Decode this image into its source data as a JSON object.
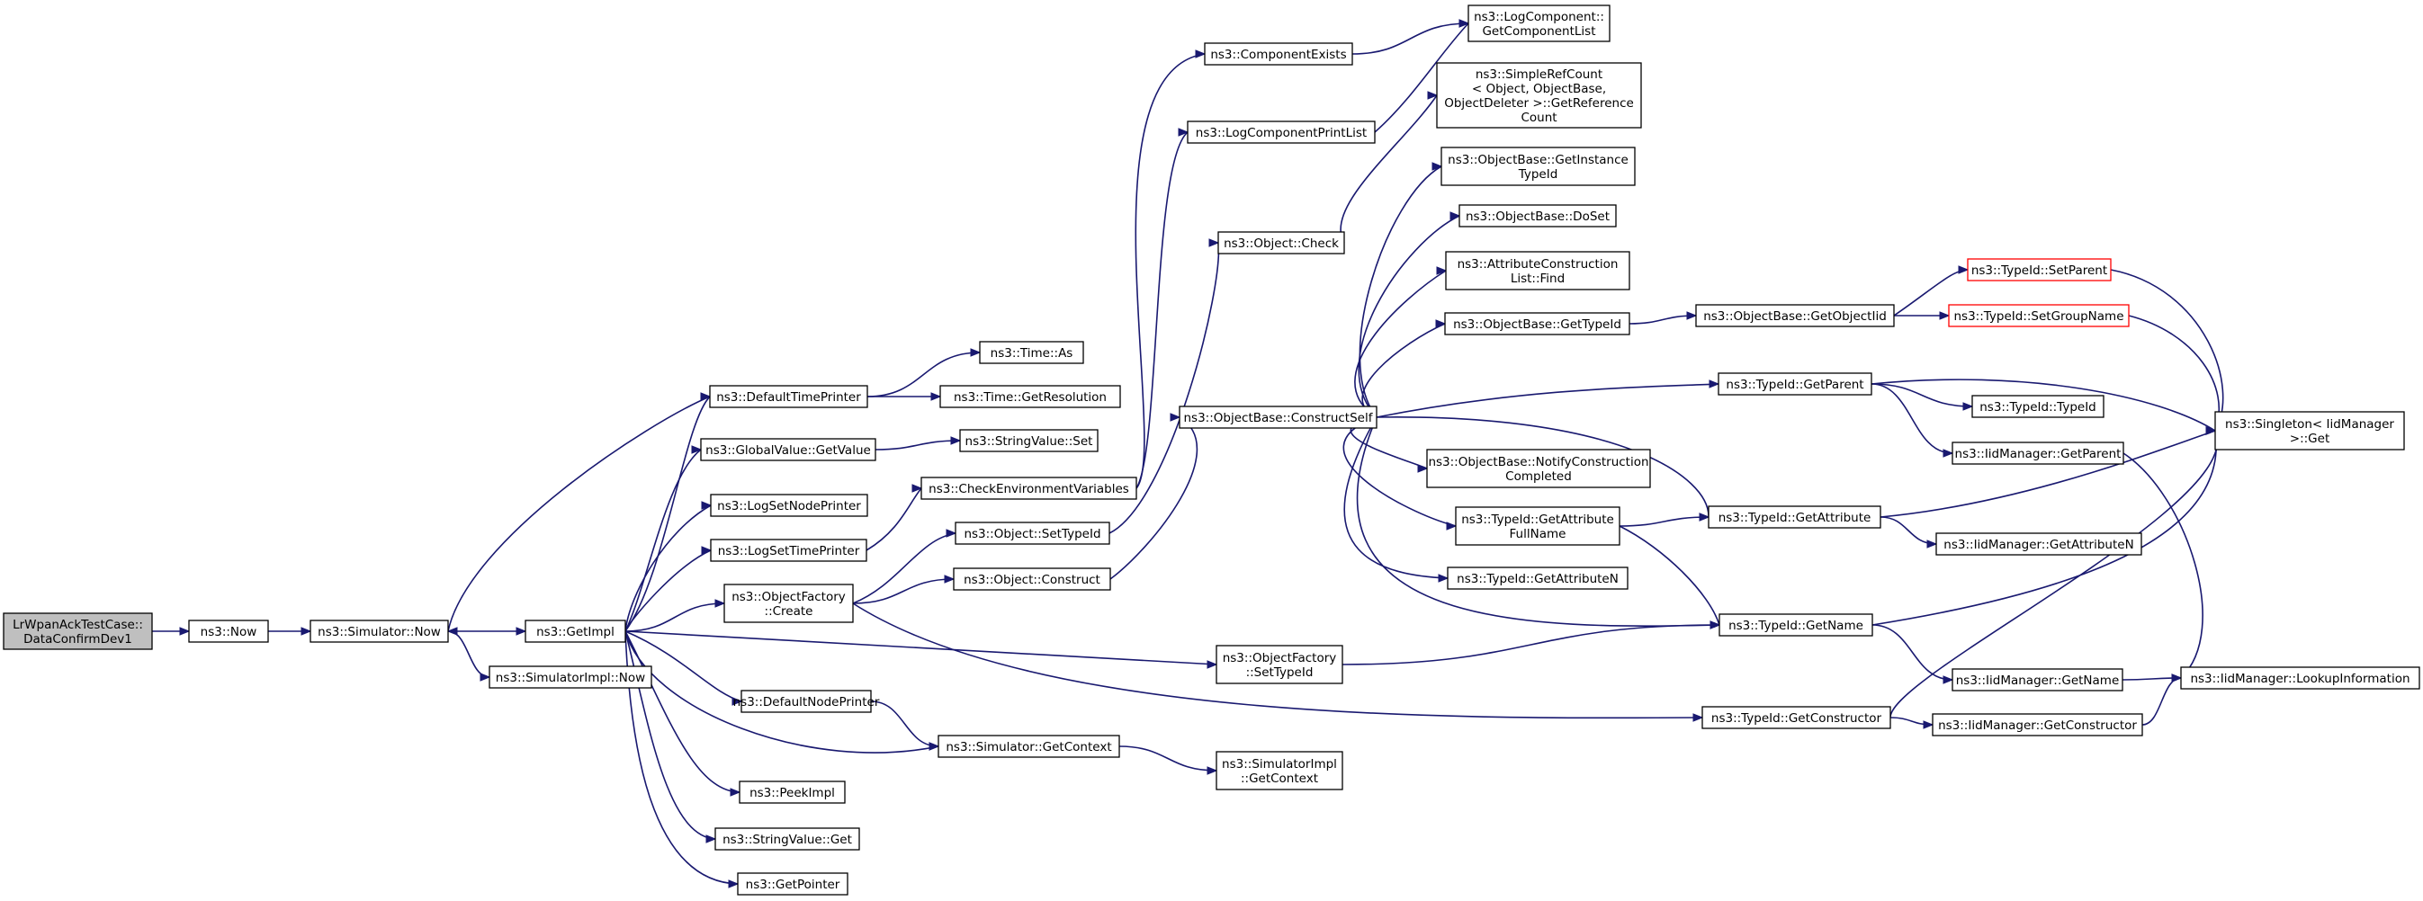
{
  "nodes": {
    "root": [
      "LrWpanAckTestCase::",
      "DataConfirmDev1"
    ],
    "now": [
      "ns3::Now"
    ],
    "sim_now": [
      "ns3::Simulator::Now"
    ],
    "getimpl": [
      "ns3::GetImpl"
    ],
    "simimpl_now": [
      "ns3::SimulatorImpl::Now"
    ],
    "def_time_printer": [
      "ns3::DefaultTimePrinter"
    ],
    "globalvalue_getvalue": [
      "ns3::GlobalValue::GetValue"
    ],
    "log_set_node_printer": [
      "ns3::LogSetNodePrinter"
    ],
    "log_set_time_printer": [
      "ns3::LogSetTimePrinter"
    ],
    "objectfactory_create": [
      "ns3::ObjectFactory",
      "::Create"
    ],
    "def_node_printer": [
      "ns3::DefaultNodePrinter"
    ],
    "peekimpl": [
      "ns3::PeekImpl"
    ],
    "stringvalue_get": [
      "ns3::StringValue::Get"
    ],
    "getpointer": [
      "ns3::GetPointer"
    ],
    "time_as": [
      "ns3::Time::As"
    ],
    "time_getres": [
      "ns3::Time::GetResolution"
    ],
    "stringvalue_set": [
      "ns3::StringValue::Set"
    ],
    "check_env": [
      "ns3::CheckEnvironmentVariables"
    ],
    "object_settypeid": [
      "ns3::Object::SetTypeId"
    ],
    "object_construct": [
      "ns3::Object::Construct"
    ],
    "sim_getcontext": [
      "ns3::Simulator::GetContext"
    ],
    "component_exists": [
      "ns3::ComponentExists"
    ],
    "logcomp_printlist": [
      "ns3::LogComponentPrintList"
    ],
    "object_check": [
      "ns3::Object::Check"
    ],
    "objectbase_constructself": [
      "ns3::ObjectBase::ConstructSelf"
    ],
    "objectfactory_settypeid": [
      "ns3::ObjectFactory",
      "::SetTypeId"
    ],
    "simimpl_getcontext": [
      "ns3::SimulatorImpl",
      "::GetContext"
    ],
    "logcomp_getlist": [
      "ns3::LogComponent::",
      "GetComponentList"
    ],
    "simplerefcount": [
      "ns3::SimpleRefCount",
      "< Object, ObjectBase,",
      " ObjectDeleter >::GetReference",
      "Count"
    ],
    "objectbase_getinstance": [
      "ns3::ObjectBase::GetInstance",
      "TypeId"
    ],
    "objectbase_doset": [
      "ns3::ObjectBase::DoSet"
    ],
    "attrconstr_find": [
      "ns3::AttributeConstruction",
      "List::Find"
    ],
    "objectbase_gettypeid": [
      "ns3::ObjectBase::GetTypeId"
    ],
    "objectbase_notify": [
      "ns3::ObjectBase::NotifyConstruction",
      "Completed"
    ],
    "typeid_getattrfull": [
      "ns3::TypeId::GetAttribute",
      "FullName"
    ],
    "typeid_getattrn": [
      "ns3::TypeId::GetAttributeN"
    ],
    "objectbase_getobjectiid": [
      "ns3::ObjectBase::GetObjectIid"
    ],
    "typeid_getparent": [
      "ns3::TypeId::GetParent"
    ],
    "typeid_getattribute": [
      "ns3::TypeId::GetAttribute"
    ],
    "typeid_getname": [
      "ns3::TypeId::GetName"
    ],
    "typeid_getconstructor": [
      "ns3::TypeId::GetConstructor"
    ],
    "typeid_setparent": [
      "ns3::TypeId::SetParent"
    ],
    "typeid_setgroupname": [
      "ns3::TypeId::SetGroupName"
    ],
    "typeid_typeid": [
      "ns3::TypeId::TypeId"
    ],
    "iidmanager_getparent": [
      "ns3::IidManager::GetParent"
    ],
    "iidmanager_getattrn": [
      "ns3::IidManager::GetAttributeN"
    ],
    "iidmanager_getname": [
      "ns3::IidManager::GetName"
    ],
    "iidmanager_getconstructor": [
      "ns3::IidManager::GetConstructor"
    ],
    "singleton_get": [
      "ns3::Singleton< IidManager",
      " >::Get"
    ],
    "iidmanager_lookup": [
      "ns3::IidManager::LookupInformation"
    ]
  },
  "colors": {
    "edge": "#191970",
    "root_fill": "#bfbfbf",
    "node_border": "#000000",
    "truncated_border": "#ff0000"
  }
}
